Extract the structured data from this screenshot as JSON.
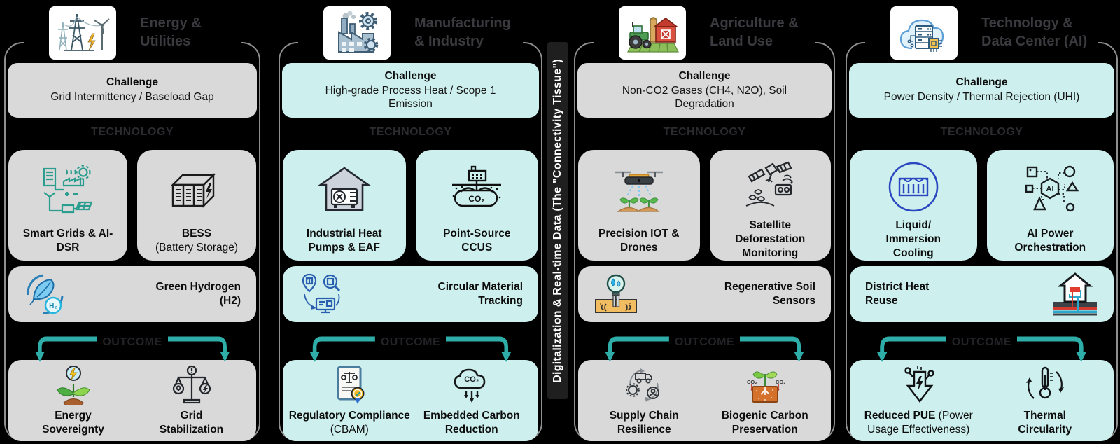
{
  "labels": {
    "challenge": "Challenge",
    "technology": "TECHNOLOGY",
    "outcome": "OUTCOME"
  },
  "connector": {
    "label": "Digitalization & Real-time Data (The \"Connectivity Tissue\")"
  },
  "icon_texts": {
    "co2": "CO₂",
    "h2": "H₂",
    "ai": "AI"
  },
  "colors": {
    "accent_teal": "#2fada8",
    "box_gray": "#d9d9d9",
    "box_cyan": "#cdf0ee",
    "bar_bg": "#1f1f1f",
    "heading_gray": "#3a3a3f"
  },
  "columns": [
    {
      "title_line1": "Energy &",
      "title_line2": "Utilities",
      "header_icon": "power-grid-icon",
      "theme": "gray",
      "challenge": "Grid Intermittency / Baseload Gap",
      "tech": [
        {
          "bold": "Smart Grids & AI-DSR",
          "rest": "",
          "icon": "smart-grid-icon"
        },
        {
          "bold": "BESS",
          "rest": "(Battery Storage)",
          "icon": "battery-storage-icon"
        }
      ],
      "tech_wide": {
        "label": "Green Hydrogen (H2)",
        "icon": "green-hydrogen-icon"
      },
      "outcomes": [
        {
          "bold": "Energy Sovereignty",
          "rest": "",
          "icon": "energy-sovereignty-icon"
        },
        {
          "bold": "Grid Stabilization",
          "rest": "",
          "icon": "grid-stabilization-icon"
        }
      ]
    },
    {
      "title_line1": "Manufacturing",
      "title_line2": "& Industry",
      "header_icon": "factory-icon",
      "theme": "cyan",
      "challenge": "High-grade Process Heat / Scope 1 Emission",
      "tech": [
        {
          "bold": "Industrial Heat Pumps & EAF",
          "rest": "",
          "icon": "heat-pump-icon"
        },
        {
          "bold": "Point-Source CCUS",
          "rest": "",
          "icon": "ccus-icon"
        }
      ],
      "tech_wide": {
        "label": "Circular Material Tracking",
        "icon": "material-tracking-icon"
      },
      "outcomes": [
        {
          "bold": "Regulatory Compliance",
          "rest": "(CBAM)",
          "icon": "regulatory-compliance-icon"
        },
        {
          "bold": "Embedded Carbon Reduction",
          "rest": "",
          "icon": "carbon-reduction-icon"
        }
      ]
    },
    {
      "title_line1": "Agriculture &",
      "title_line2": "Land Use",
      "header_icon": "farm-icon",
      "theme": "gray",
      "challenge": "Non-CO2 Gases (CH4, N2O), Soil Degradation",
      "tech": [
        {
          "bold": "Precision IOT & Drones",
          "rest": "",
          "icon": "drone-icon"
        },
        {
          "bold": "Satellite Deforestation Monitoring",
          "rest": "",
          "icon": "satellite-icon"
        }
      ],
      "tech_wide": {
        "label": "Regenerative Soil Sensors",
        "icon": "soil-sensor-icon"
      },
      "outcomes": [
        {
          "bold": "Supply Chain Resilience",
          "rest": "",
          "icon": "supply-chain-icon"
        },
        {
          "bold": "Biogenic Carbon Preservation",
          "rest": "",
          "icon": "biogenic-carbon-icon"
        }
      ]
    },
    {
      "title_line1": "Technology &",
      "title_line2": "Data Center (AI)",
      "header_icon": "cloud-datacenter-icon",
      "theme": "cyan",
      "challenge": "Power Density / Thermal Rejection (UHI)",
      "tech": [
        {
          "bold": "Liquid/ Immersion Cooling",
          "rest": "",
          "icon": "immersion-cooling-icon"
        },
        {
          "bold": "AI Power Orchestration",
          "rest": "",
          "icon": "ai-orchestration-icon"
        }
      ],
      "tech_wide": {
        "label": "District Heat Reuse",
        "icon": "district-heat-icon"
      },
      "outcomes": [
        {
          "bold": "Reduced PUE",
          "rest": "(Power Usage Effectiveness)",
          "icon": "reduced-pue-icon"
        },
        {
          "bold": "Thermal Circularity",
          "rest": "",
          "icon": "thermal-circularity-icon"
        }
      ]
    }
  ]
}
